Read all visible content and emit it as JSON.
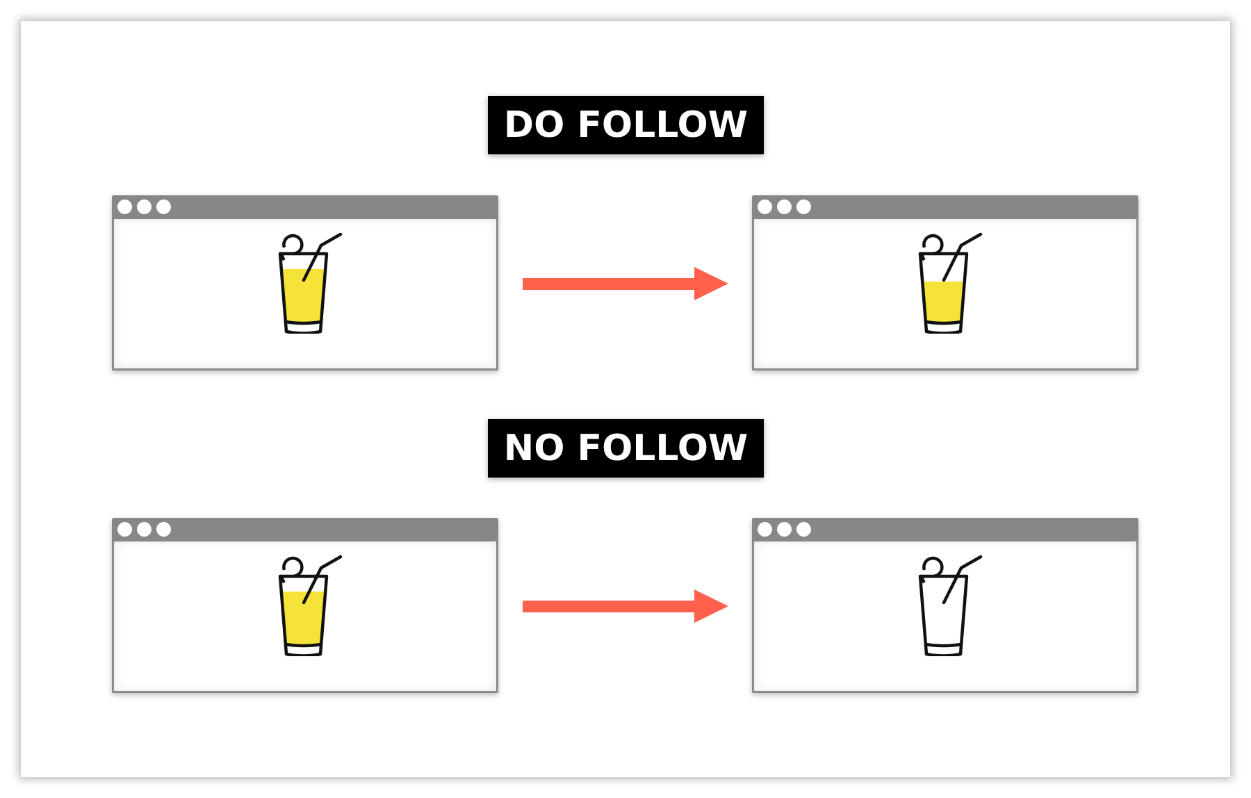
{
  "colors": {
    "label_bg": "#000000",
    "label_text": "#ffffff",
    "titlebar": "#878787",
    "window_border": "#8a8a8a",
    "arrow": "#FF614C",
    "liquid": "#F6E33A",
    "outline": "#111111"
  },
  "sections": [
    {
      "title": "DO FOLLOW",
      "source": {
        "icon": "lemonade-glass-icon",
        "fill_level": "full"
      },
      "arrow": "right-arrow-icon",
      "target": {
        "icon": "lemonade-glass-icon",
        "fill_level": "half"
      }
    },
    {
      "title": "NO FOLLOW",
      "source": {
        "icon": "lemonade-glass-icon",
        "fill_level": "full"
      },
      "arrow": "right-arrow-icon",
      "target": {
        "icon": "lemonade-glass-icon",
        "fill_level": "empty"
      }
    }
  ]
}
